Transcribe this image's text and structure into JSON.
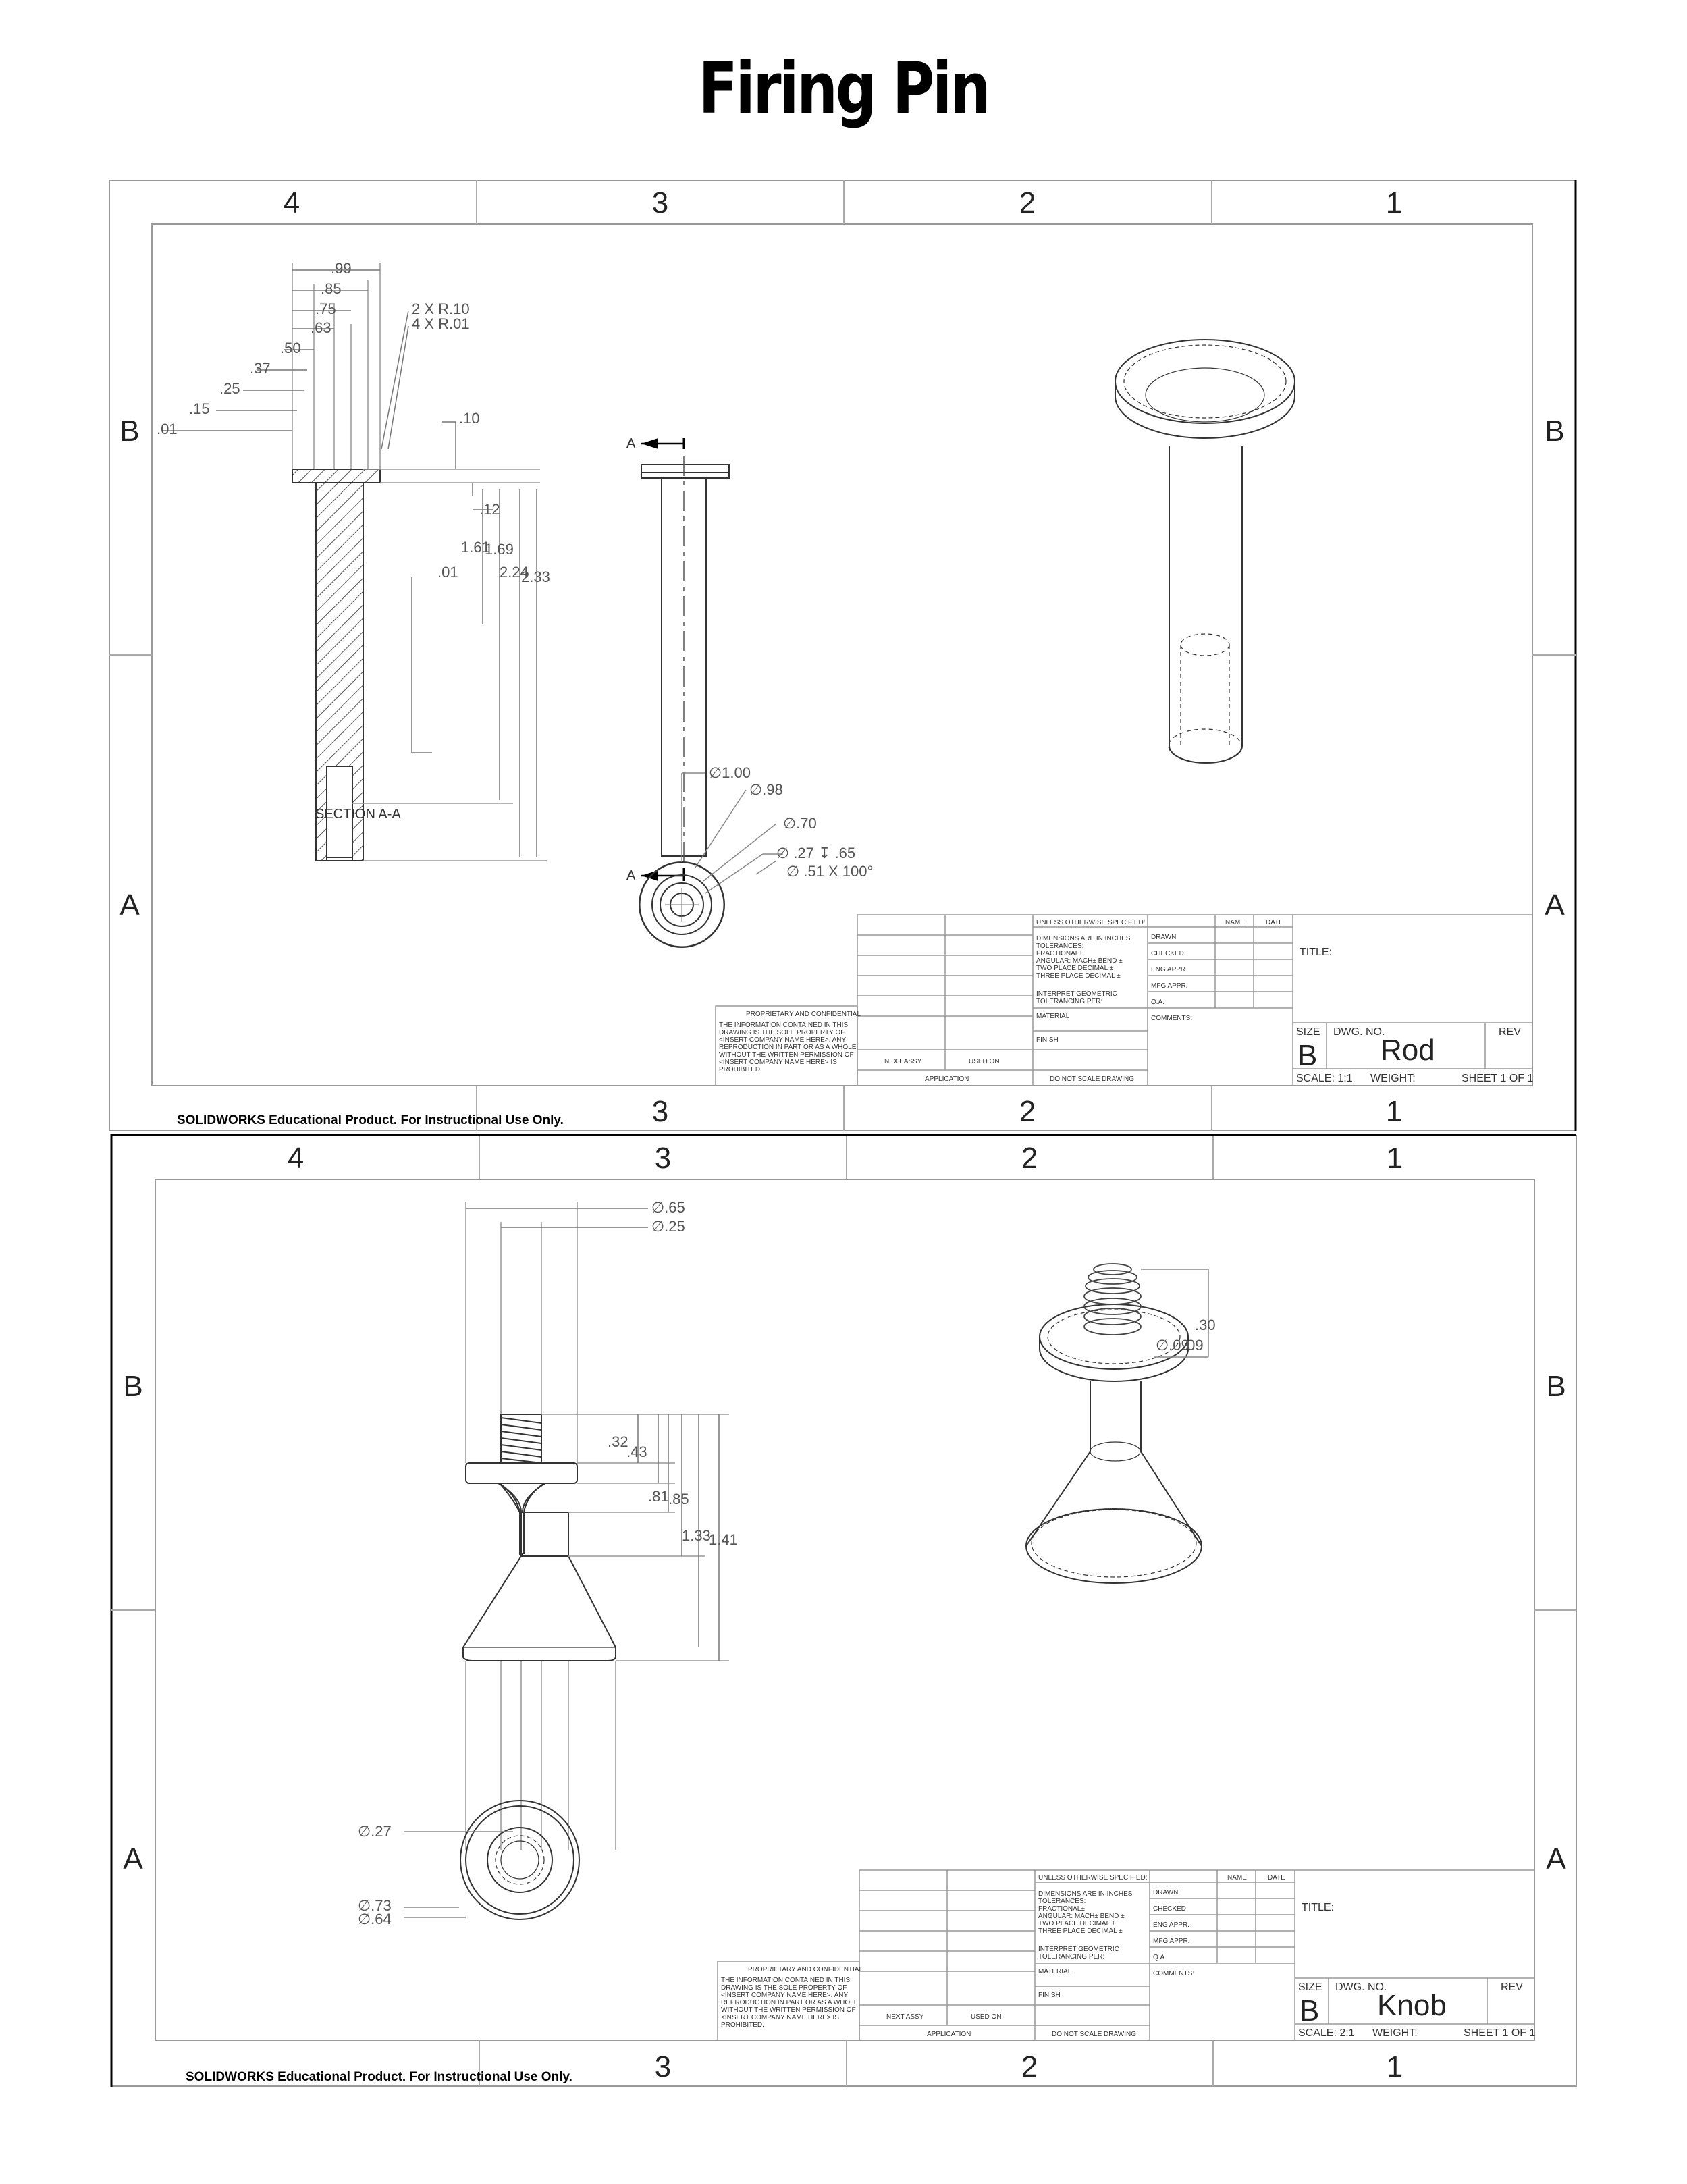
{
  "title": "Firing Pin",
  "sheets": [
    {
      "part": "Rod",
      "scale": "SCALE: 1:1",
      "section_label": "SECTION A-A",
      "section_marker": "A",
      "dims_horizontal": [
        ".99",
        ".85",
        ".75",
        ".63",
        ".50",
        ".37",
        ".25",
        ".15",
        ".01"
      ],
      "radius_notes": [
        "2 X R.10",
        "4 X R.01"
      ],
      "dims_vertical": [
        ".10",
        ".12",
        "1.61",
        "1.69",
        ".01",
        "2.24",
        "2.33"
      ],
      "diameters": [
        "∅1.00",
        "∅.98",
        "∅.70"
      ],
      "hole_callout": [
        "∅ .27 ↧ .65",
        "∅ .51 X 100°"
      ]
    },
    {
      "part": "Knob",
      "scale": "SCALE: 2:1",
      "diameters_top": [
        "∅.65",
        "∅.25"
      ],
      "dims_vertical": [
        ".32",
        ".43",
        ".81",
        ".85",
        "1.33",
        "1.41"
      ],
      "iso_dims": [
        ".30",
        "∅.09",
        ".09"
      ],
      "diameters_bottom": [
        "∅.27",
        "∅.73",
        "∅.64"
      ]
    }
  ],
  "zones": {
    "cols": [
      "4",
      "3",
      "2",
      "1"
    ],
    "rows": [
      "B",
      "A"
    ]
  },
  "title_block": {
    "unless": "UNLESS OTHERWISE SPECIFIED:",
    "dims_in": "DIMENSIONS ARE IN INCHES",
    "tolerances": "TOLERANCES:",
    "fractional": "FRACTIONAL±",
    "angular": "ANGULAR: MACH±    BEND ±",
    "two_place": "TWO PLACE DECIMAL    ±",
    "three_place": "THREE PLACE DECIMAL   ±",
    "interpret": "INTERPRET GEOMETRIC",
    "tolerancing": "TOLERANCING PER:",
    "material": "MATERIAL",
    "finish": "FINISH",
    "next_assy": "NEXT ASSY",
    "used_on": "USED ON",
    "application": "APPLICATION",
    "do_not_scale": "DO NOT SCALE DRAWING",
    "name": "NAME",
    "date": "DATE",
    "drawn": "DRAWN",
    "checked": "CHECKED",
    "eng_appr": "ENG APPR.",
    "mfg_appr": "MFG APPR.",
    "qa": "Q.A.",
    "comments": "COMMENTS:",
    "title_label": "TITLE:",
    "size_label": "SIZE",
    "dwg_no": "DWG.  NO.",
    "rev": "REV",
    "size": "B",
    "weight": "WEIGHT:",
    "sheet": "SHEET 1 OF 1",
    "proprietary": "PROPRIETARY AND CONFIDENTIAL",
    "prop_lines": [
      "THE INFORMATION CONTAINED IN THIS",
      "DRAWING IS THE SOLE PROPERTY OF",
      "<INSERT COMPANY NAME HERE>.  ANY",
      "REPRODUCTION IN PART OR AS A WHOLE",
      "WITHOUT THE WRITTEN PERMISSION OF",
      "<INSERT COMPANY NAME HERE> IS",
      "PROHIBITED."
    ]
  },
  "watermark": "SOLIDWORKS Educational Product. For Instructional Use Only."
}
